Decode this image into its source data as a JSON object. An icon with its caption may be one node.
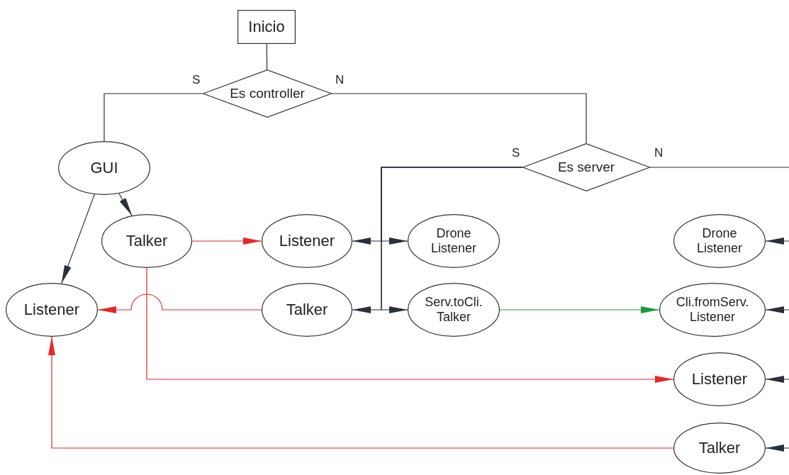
{
  "diagram": {
    "nodes": [
      {
        "text": [
          "Inicio"
        ]
      },
      {
        "text": [
          "Es controller"
        ]
      },
      {
        "text": [
          "GUI"
        ]
      },
      {
        "text": [
          "Talker"
        ]
      },
      {
        "text": [
          "Listener"
        ]
      },
      {
        "text": [
          "Drone Listener"
        ]
      },
      {
        "text": [
          "Listener"
        ]
      },
      {
        "text": [
          "Talker"
        ]
      },
      {
        "text": [
          "Serv.toCli. Talker"
        ]
      },
      {
        "text": [
          "Es server"
        ]
      },
      {
        "text": [
          "Drone Listener"
        ]
      },
      {
        "text": [
          "Cli.fromServ. Listener"
        ]
      },
      {
        "text": [
          "Listener"
        ]
      },
      {
        "text": [
          "Talker"
        ]
      }
    ],
    "edges": [
      {
        "from": 0,
        "to": 1,
        "arrow": "none"
      },
      {
        "from": 1,
        "to": 2,
        "arrow": "none",
        "label": "S"
      },
      {
        "from": 1,
        "to": 9,
        "arrow": "none",
        "label": "N"
      },
      {
        "from": 2,
        "to": 6,
        "arrow": "to"
      },
      {
        "from": 2,
        "to": 3,
        "arrow": "to"
      },
      {
        "from": 3,
        "to": 4,
        "arrow": "to",
        "color": "#e8262a"
      },
      {
        "from": 7,
        "to": 6,
        "arrow": "to",
        "color": "#e8262a"
      },
      {
        "from": 3,
        "to": 12,
        "arrow": "to",
        "color": "#e8262a"
      },
      {
        "from": 13,
        "to": 6,
        "arrow": "to",
        "color": "#e8262a"
      },
      {
        "from": 8,
        "to": 11,
        "arrow": "to",
        "color": "#1a9a3a"
      },
      {
        "from": 9,
        "to": 4,
        "arrow": "to",
        "label": "S"
      },
      {
        "from": 9,
        "to": 5,
        "arrow": "to"
      },
      {
        "from": 9,
        "to": 7,
        "arrow": "to"
      },
      {
        "from": 9,
        "to": 8,
        "arrow": "to"
      },
      {
        "from": 9,
        "to": null,
        "arrow": "none",
        "label": "N"
      },
      {
        "from": null,
        "to": 10,
        "arrow": "to"
      },
      {
        "from": null,
        "to": 11,
        "arrow": "to"
      },
      {
        "from": null,
        "to": 12,
        "arrow": "to"
      },
      {
        "from": null,
        "to": 13,
        "arrow": "to"
      }
    ]
  }
}
